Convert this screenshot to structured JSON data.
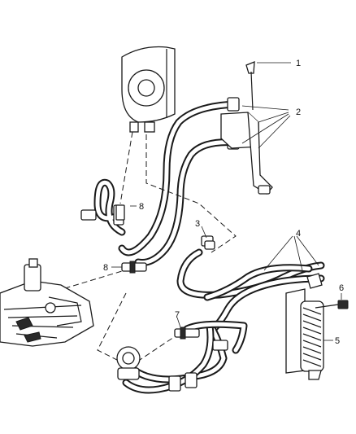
{
  "callouts": [
    "1",
    "2",
    "3",
    "4",
    "5",
    "6",
    "7",
    "8",
    "8"
  ]
}
